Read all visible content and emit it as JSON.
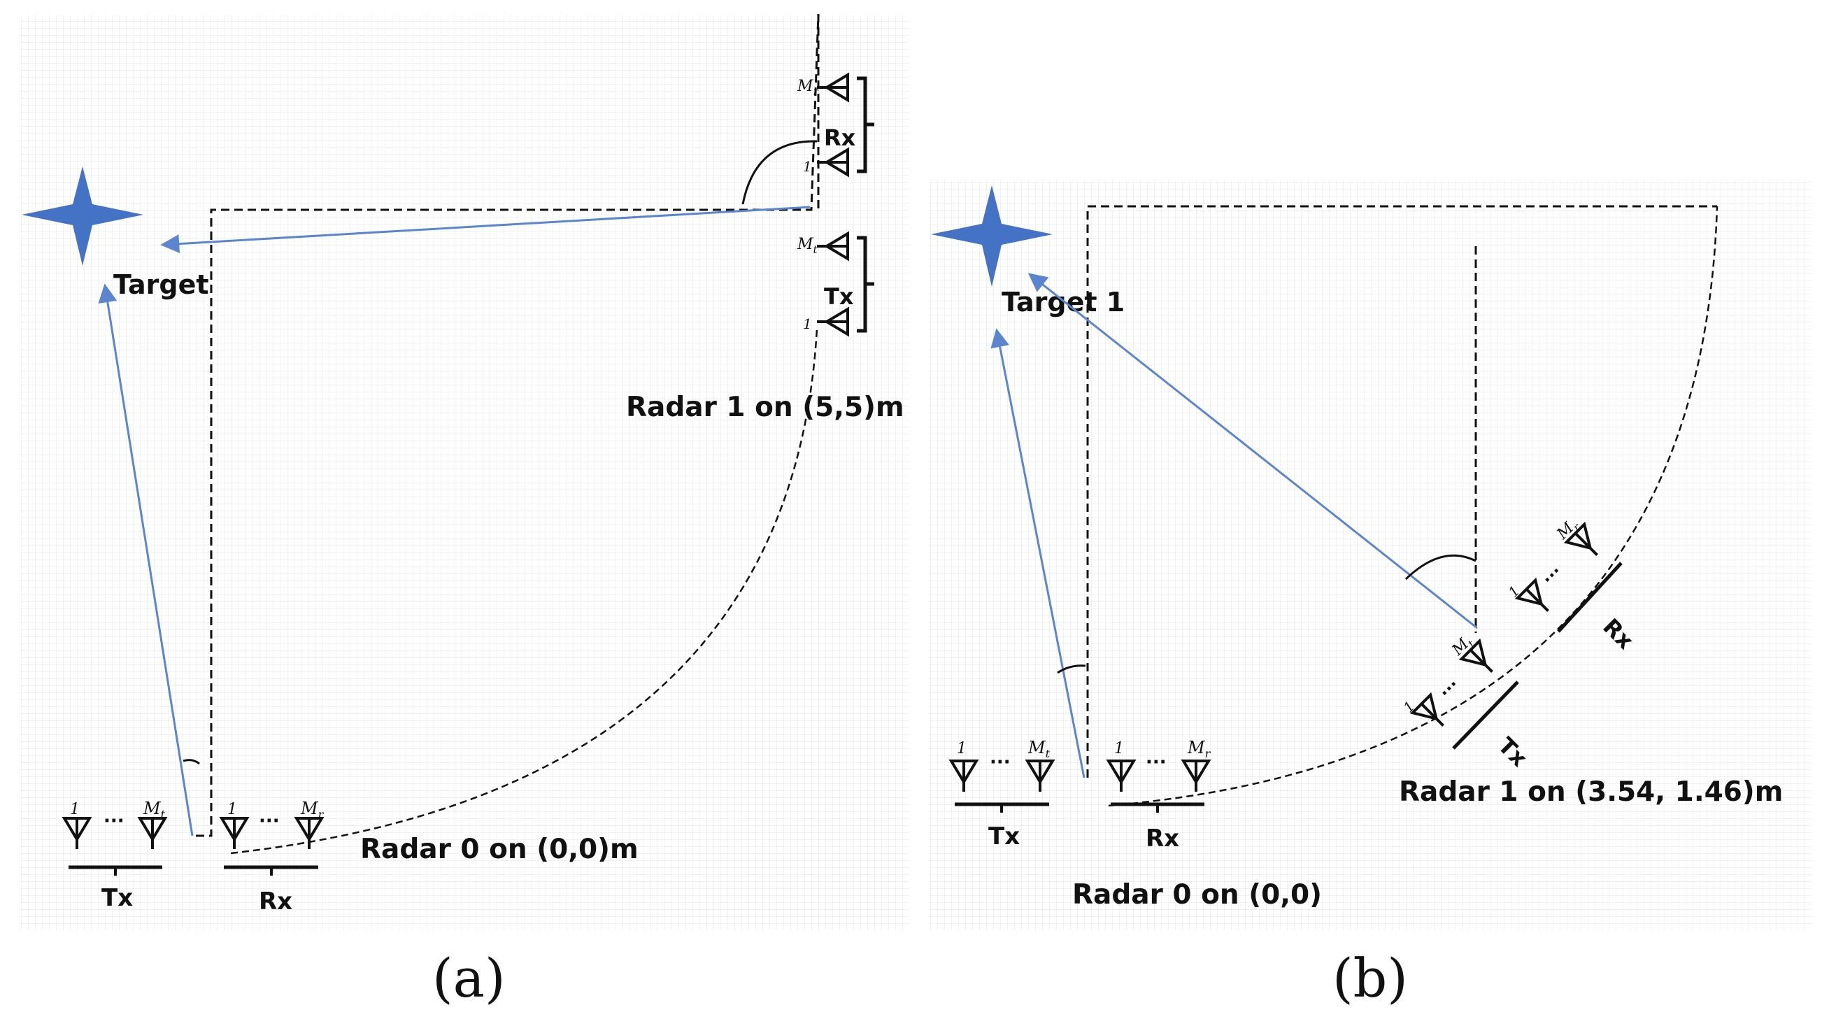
{
  "panel_a": {
    "caption": "(a)",
    "target_label": "Target",
    "radar0_label": "Radar 0 on (0,0)m",
    "radar1_label": "Radar 1 on (5,5)m",
    "tx_label": "Tx",
    "rx_label": "Rx",
    "radar1_tx_label": "Tx",
    "radar1_rx_label": "Rx",
    "antenna_first_index": "1",
    "antenna_last_tx": "M",
    "antenna_last_tx_sub": "t",
    "antenna_last_rx": "M",
    "antenna_last_rx_sub": "r",
    "ellipsis": "···"
  },
  "panel_b": {
    "caption": "(b)",
    "target_label": "Target 1",
    "radar0_label": "Radar 0 on (0,0)",
    "radar1_label": "Radar 1 on (3.54, 1.46)m",
    "tx_label": "Tx",
    "rx_label": "Rx",
    "radar1_tx_label": "Tx",
    "radar1_rx_label": "Rx",
    "antenna_first_index": "1",
    "antenna_last_tx": "M",
    "antenna_last_tx_sub": "t",
    "antenna_last_rx": "M",
    "antenna_last_rx_sub": "r",
    "ellipsis": "···"
  },
  "colors": {
    "target_star": "#4472C4",
    "signal_ray": "#5B86CF",
    "lines": "#111111",
    "grid": "#E4E4E4"
  }
}
